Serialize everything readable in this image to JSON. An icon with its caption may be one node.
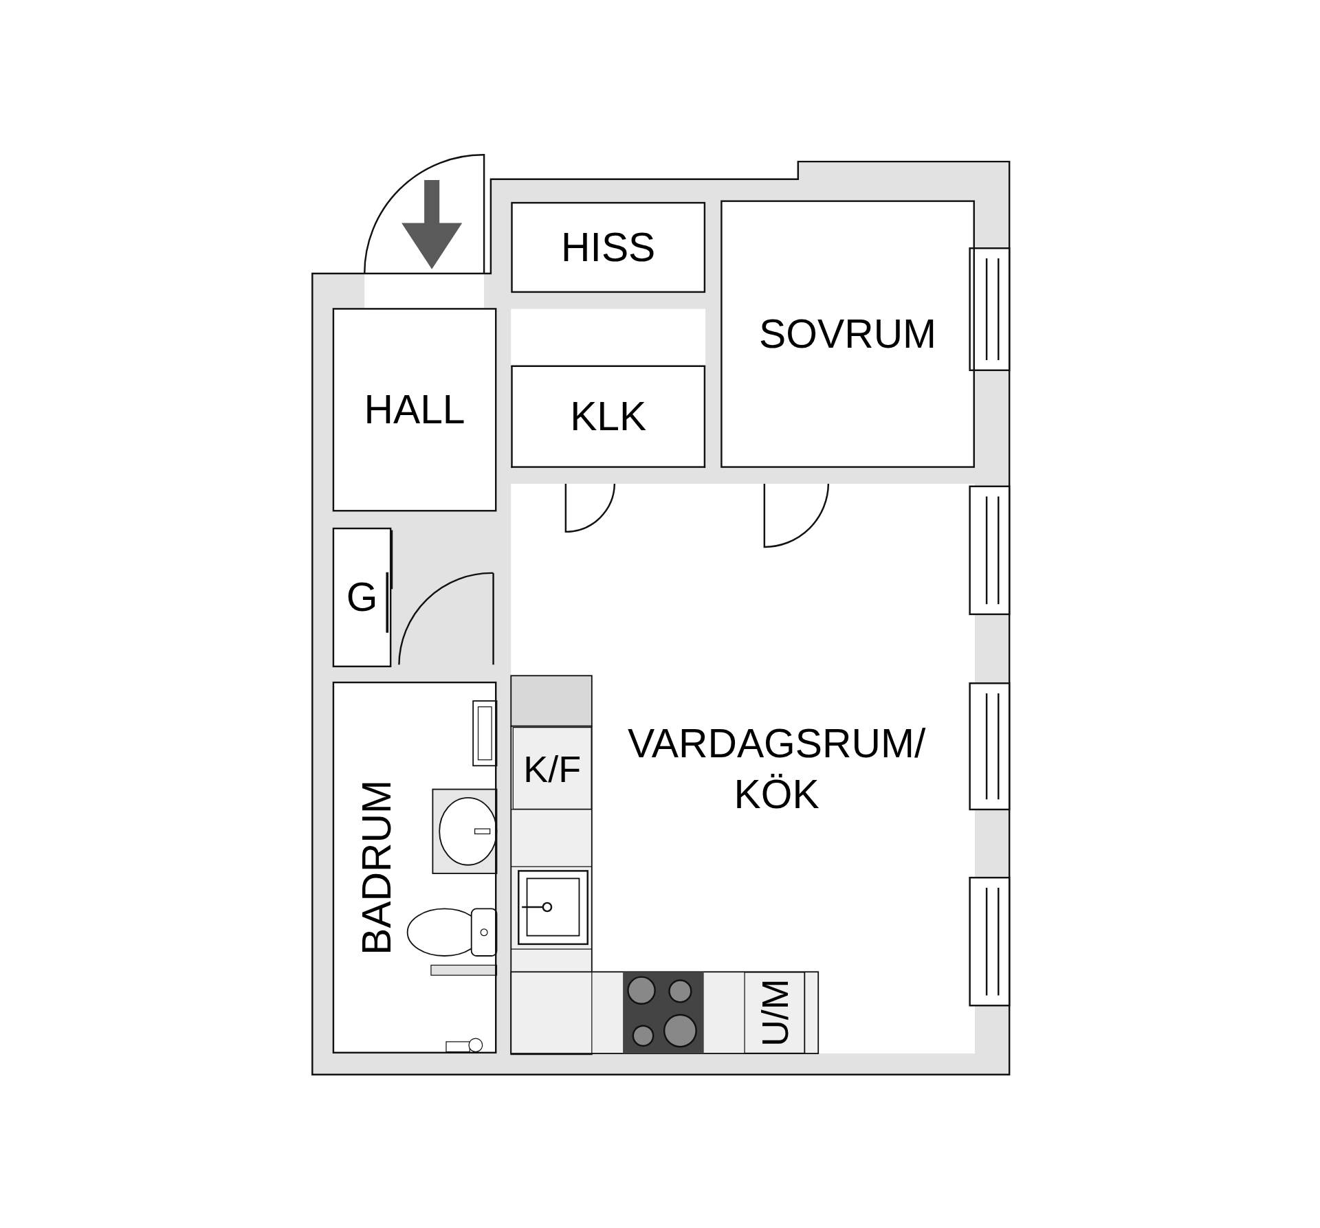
{
  "diagram": {
    "nodes": [
      {
        "text": [
          "HISS"
        ]
      },
      {
        "text": [
          "KLK"
        ]
      },
      {
        "text": [
          "SOVRUM"
        ]
      },
      {
        "text": [
          "HALL"
        ]
      },
      {
        "text": [
          "G"
        ]
      },
      {
        "text": [
          "BADRUM"
        ]
      },
      {
        "text": [
          "VARDAGSRUM/ KÖK"
        ]
      },
      {
        "text": [
          "K/F"
        ],
        "in": 6
      },
      {
        "text": [
          "U/M"
        ],
        "in": 6
      }
    ]
  }
}
